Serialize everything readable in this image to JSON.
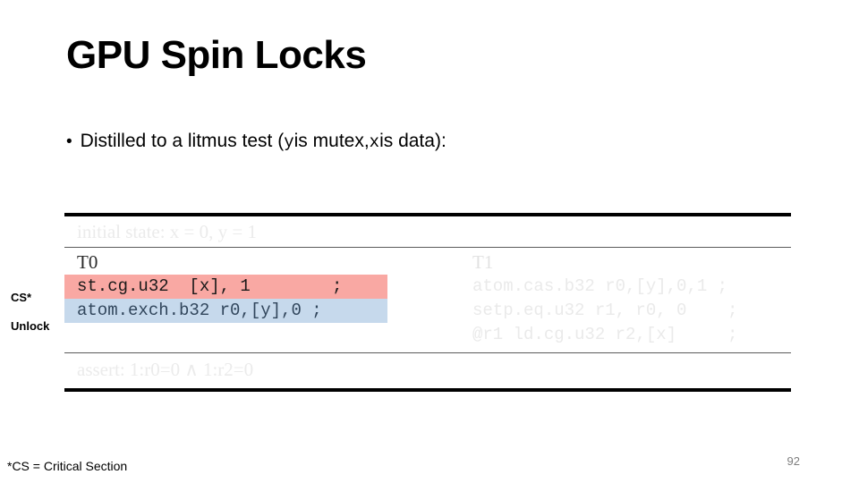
{
  "slide": {
    "title": "GPU Spin Locks",
    "page_number": "92",
    "footnote": "*CS = Critical Section"
  },
  "bullet": {
    "marker": "•",
    "text_part1": "Distilled to a litmus test (",
    "mono_y": "y",
    "text_part2": " is mutex, ",
    "mono_x": "x",
    "text_part3": " is data):"
  },
  "litmus": {
    "initial_state": "initial state: x = 0, y = 1",
    "assert": "assert: 1:r0=0 ∧ 1:r2=0",
    "threads": [
      {
        "name": "T0",
        "lines": [
          {
            "label": "CS*",
            "code": "st.cg.u32  [x], 1        ;",
            "highlight": "pink"
          },
          {
            "label": "Unlock",
            "code": "atom.exch.b32 r0,[y],0 ;",
            "highlight": "blue"
          }
        ]
      },
      {
        "name": "T1",
        "lines": [
          {
            "label": "",
            "code": "atom.cas.b32 r0,[y],0,1 ;",
            "highlight": "none"
          },
          {
            "label": "",
            "code": "setp.eq.u32 r1, r0, 0    ;",
            "highlight": "none"
          },
          {
            "label": "",
            "code": "@r1 ld.cg.u32 r2,[x]     ;",
            "highlight": "none"
          }
        ]
      }
    ]
  },
  "colors": {
    "highlight_pink": "#f9a8a3",
    "highlight_blue": "#c6d9ec",
    "faded_text": "#eaeaea",
    "rule": "#000000",
    "page_number": "#7f7f7f"
  }
}
